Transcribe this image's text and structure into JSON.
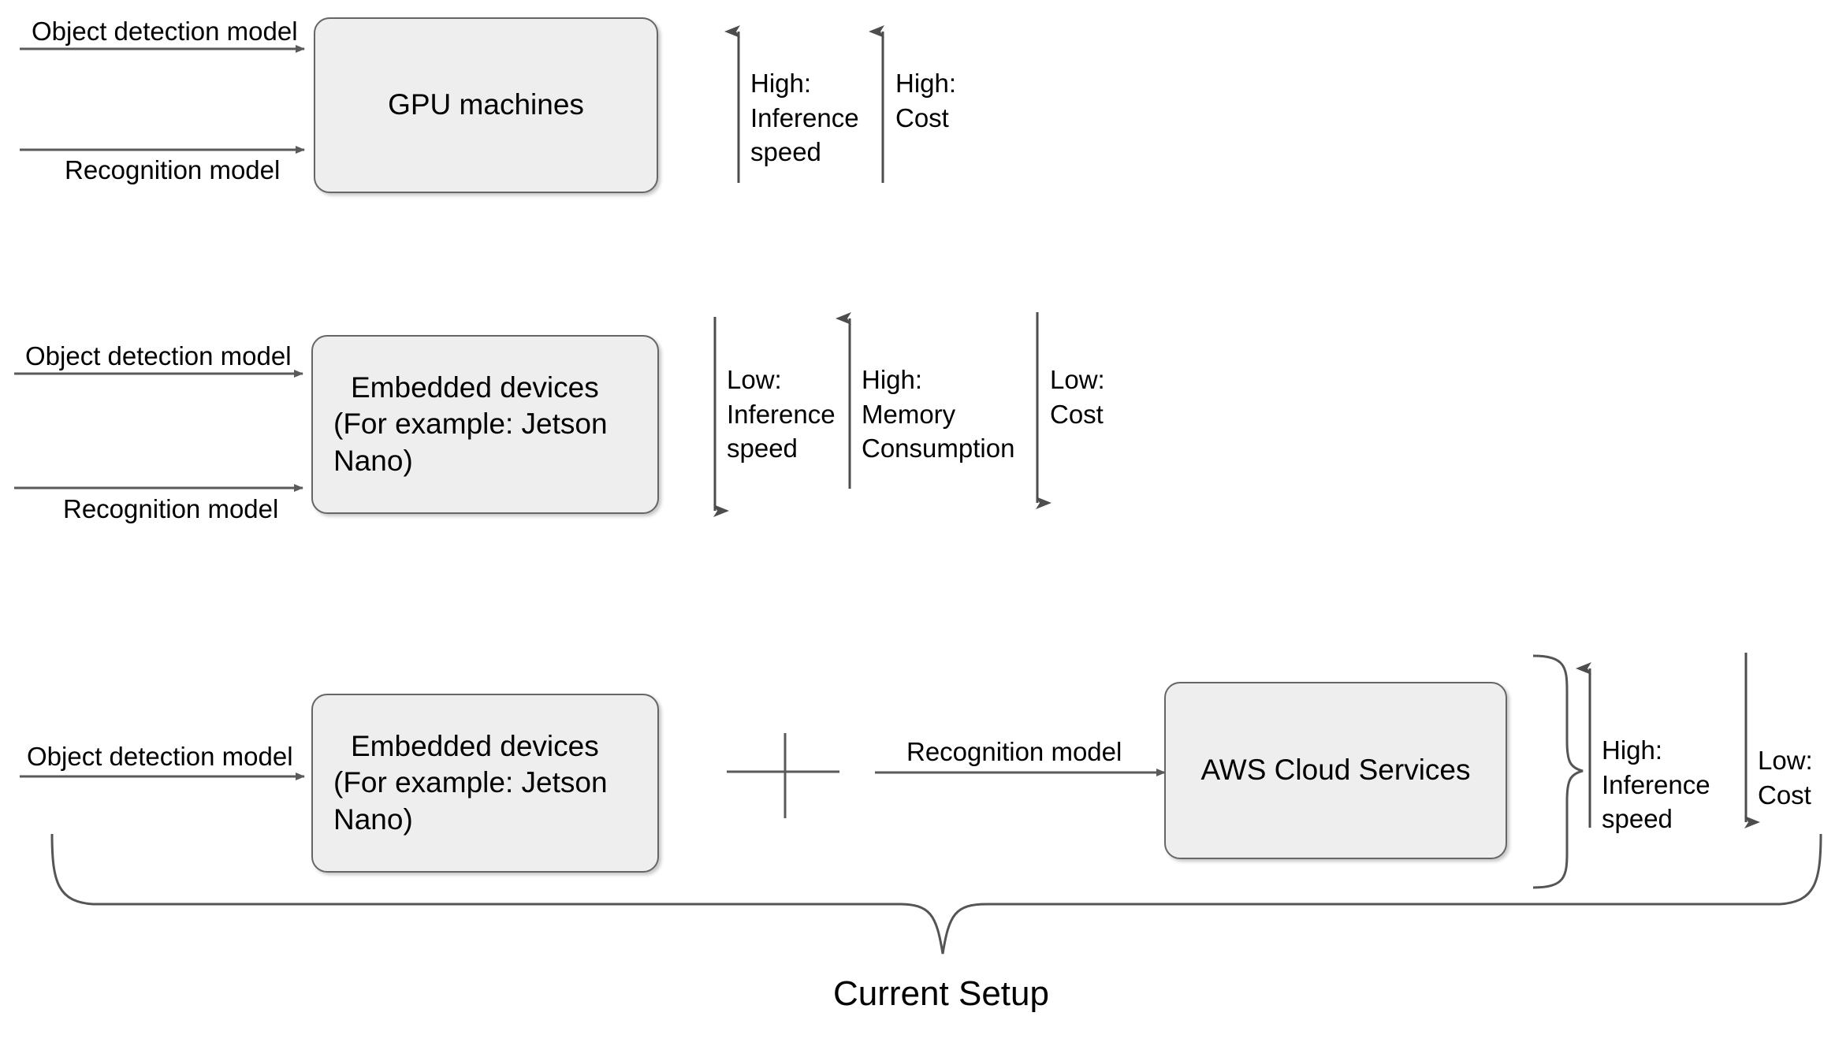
{
  "diagram": {
    "title_label": "Current Setup",
    "colors": {
      "node_fill": "#eeeeee",
      "node_stroke": "#666666",
      "connector": "#666666",
      "arrow_dark": "#4d4d4d",
      "text": "#000000",
      "background": "#ffffff"
    },
    "rows": [
      {
        "id": "gpu-row",
        "node": {
          "name": "gpu-machines",
          "label": "GPU machines",
          "align": "center"
        },
        "inputs": [
          {
            "name": "object-detection-model",
            "label": "Object detection model"
          },
          {
            "name": "recognition-model",
            "label": "Recognition model"
          }
        ],
        "metrics": [
          {
            "name": "inference-speed",
            "direction": "up",
            "line1": "High:",
            "line2": "Inference",
            "line3": "speed"
          },
          {
            "name": "cost",
            "direction": "up",
            "line1": "High:",
            "line2": "Cost",
            "line3": ""
          }
        ]
      },
      {
        "id": "embedded-row",
        "node": {
          "name": "embedded-devices",
          "label": "Embedded devices (For example: Jetson Nano)",
          "line1": "Embedded devices",
          "line2": "(For example: Jetson",
          "line3": "Nano)",
          "align": "left"
        },
        "inputs": [
          {
            "name": "object-detection-model",
            "label": "Object detection model"
          },
          {
            "name": "recognition-model",
            "label": "Recognition model"
          }
        ],
        "metrics": [
          {
            "name": "inference-speed",
            "direction": "down",
            "line1": "Low:",
            "line2": "Inference",
            "line3": "speed"
          },
          {
            "name": "memory-consumption",
            "direction": "up",
            "line1": "High:",
            "line2": "Memory",
            "line3": "Consumption"
          },
          {
            "name": "cost",
            "direction": "down",
            "line1": "Low:",
            "line2": "Cost",
            "line3": ""
          }
        ]
      },
      {
        "id": "current-setup-row",
        "nodes": [
          {
            "name": "embedded-devices",
            "label": "Embedded devices (For example: Jetson Nano)",
            "line1": "Embedded devices",
            "line2": "(For example: Jetson",
            "line3": "Nano)",
            "align": "left"
          },
          {
            "name": "aws-cloud-services",
            "label": "AWS Cloud Services",
            "align": "center"
          }
        ],
        "plus_symbol": "+",
        "inputs": [
          {
            "name": "object-detection-model",
            "label": "Object detection model"
          },
          {
            "name": "recognition-model",
            "label": "Recognition model"
          }
        ],
        "metrics": [
          {
            "name": "inference-speed",
            "direction": "up",
            "line1": "High:",
            "line2": "Inference",
            "line3": "speed"
          },
          {
            "name": "cost",
            "direction": "down",
            "line1": "Low:",
            "line2": "Cost",
            "line3": ""
          }
        ]
      }
    ]
  }
}
